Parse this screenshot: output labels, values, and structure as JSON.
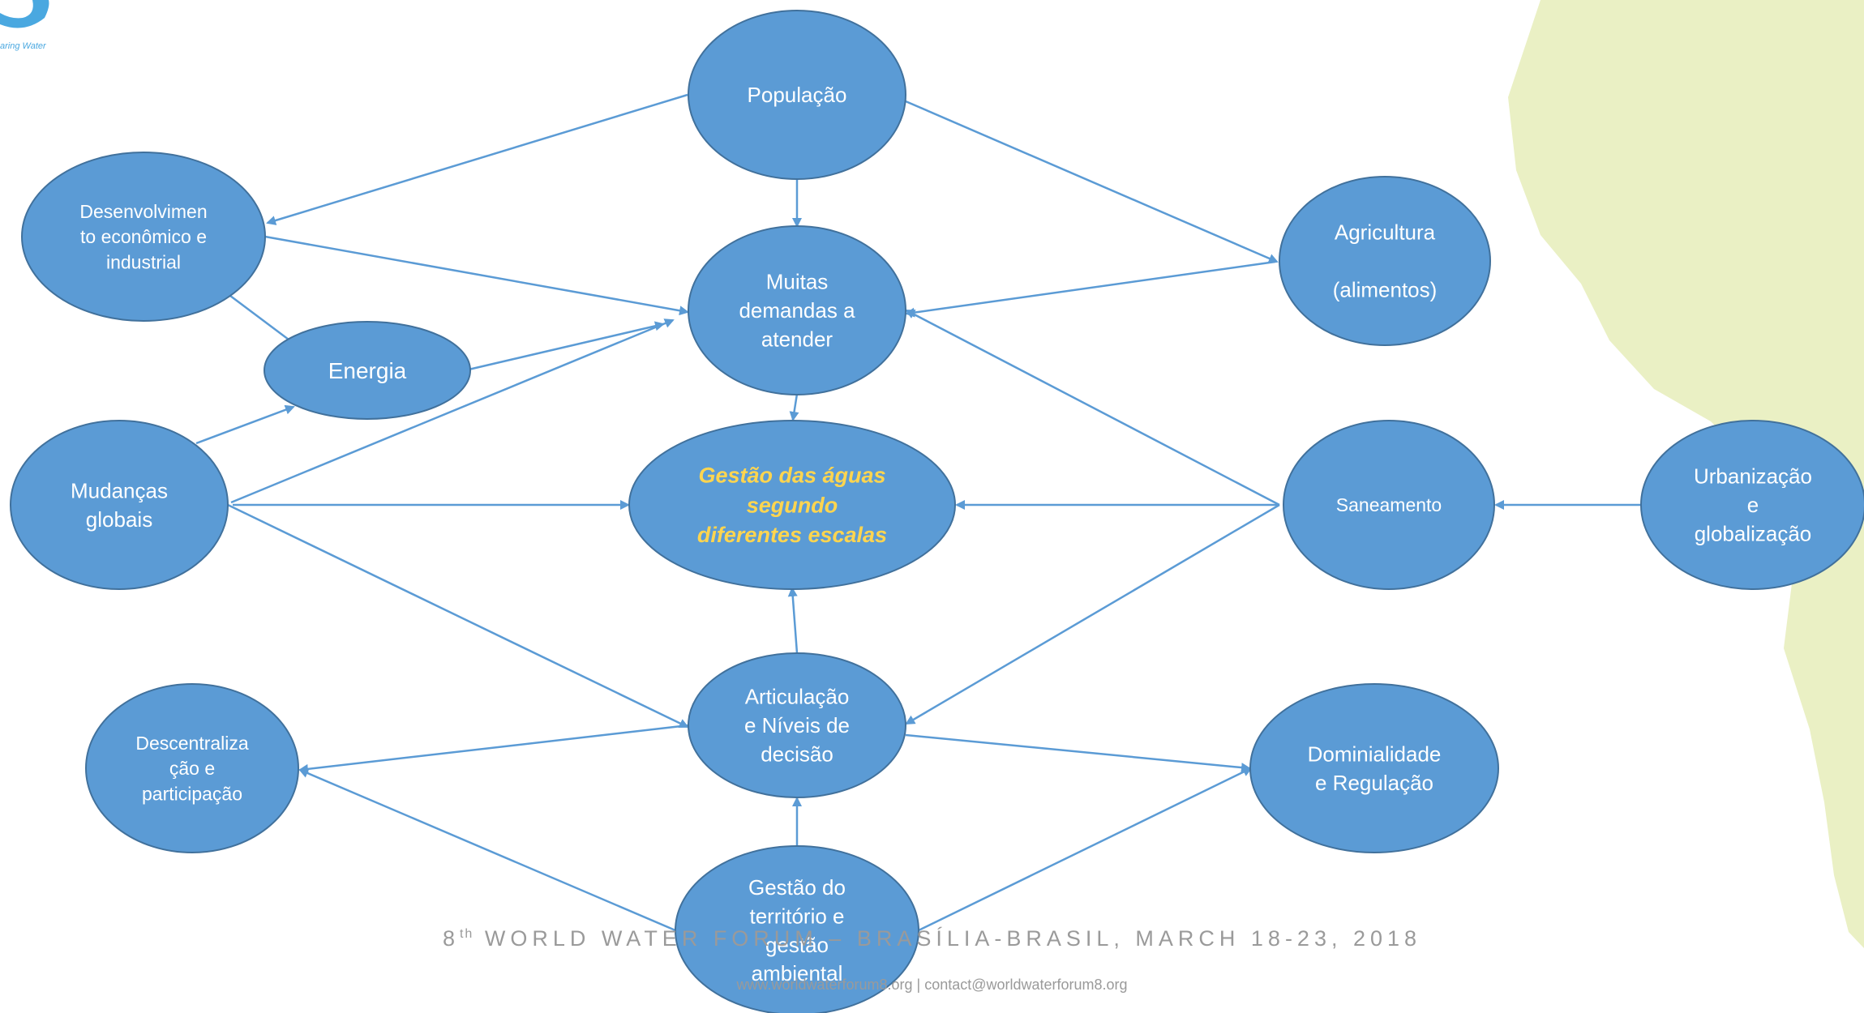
{
  "logo": {
    "caption": "aring Water"
  },
  "diagram": {
    "nodes": {
      "populacao": [
        "População"
      ],
      "desenvolvimento": [
        "Desenvolvimen",
        "to econômico e",
        "industrial"
      ],
      "agricultura": [
        "Agricultura",
        "",
        "(alimentos)"
      ],
      "muitas": [
        "Muitas",
        "demandas a",
        "atender"
      ],
      "energia": [
        "Energia"
      ],
      "mudancas": [
        "Mudanças",
        "globais"
      ],
      "gestao_aguas": [
        "Gestão das águas",
        "segundo",
        "diferentes escalas"
      ],
      "saneamento": [
        "Saneamento"
      ],
      "urbanizacao": [
        "Urbanização",
        "e",
        "globalização"
      ],
      "articulacao": [
        "Articulação",
        "e Níveis de",
        "decisão"
      ],
      "descentralizacao": [
        "Descentraliza",
        "ção e",
        "participação"
      ],
      "dominialidade": [
        "Dominialidade",
        "e Regulação"
      ],
      "gestao_territorio": [
        "Gestão do",
        "território e",
        "gestão",
        "ambiental"
      ]
    }
  },
  "footer": {
    "title_num": "8",
    "title_sup": "th",
    "title_rest": " WORLD WATER FORUM – BRASÍLIA-BRASIL, MARCH 18-23, 2018",
    "links": "www.worldwaterforum8.org   |   contact@worldwaterforum8.org"
  },
  "colors": {
    "node_fill": "#5b9bd5",
    "node_stroke": "#41719c",
    "arrow": "#5b9bd5",
    "center_text": "#ffd54f",
    "map_shape": "#eaf0c4"
  }
}
